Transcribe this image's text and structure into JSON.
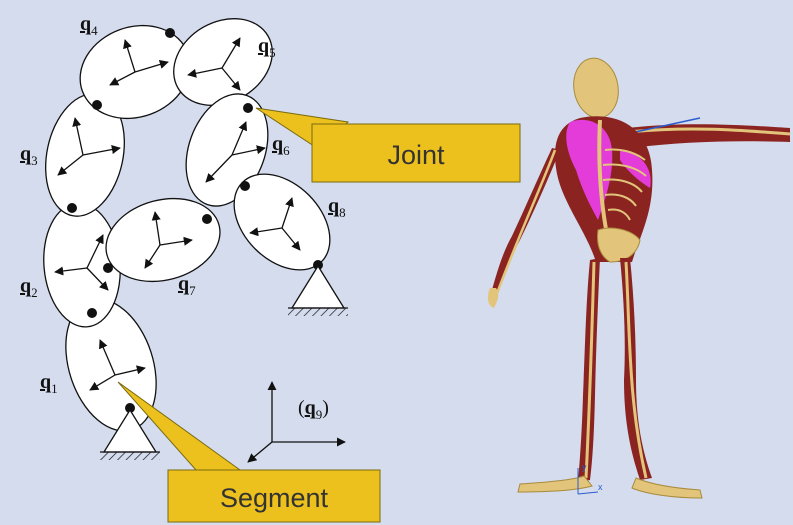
{
  "colors": {
    "background": "#d4dced",
    "callout_fill": "#ecc11d",
    "callout_stroke": "#7a6a10",
    "segment_fill": "#ffffff",
    "bone": "#e2c47a",
    "muscle": "#8b2420",
    "muscle_highlight": "#e33cd9"
  },
  "labels": {
    "q1": {
      "main": "q",
      "sub": "1"
    },
    "q2": {
      "main": "q",
      "sub": "2"
    },
    "q3": {
      "main": "q",
      "sub": "3"
    },
    "q4": {
      "main": "q",
      "sub": "4"
    },
    "q5": {
      "main": "q",
      "sub": "5"
    },
    "q6": {
      "main": "q",
      "sub": "6"
    },
    "q7": {
      "main": "q",
      "sub": "7"
    },
    "q8": {
      "main": "q",
      "sub": "8"
    },
    "q9": {
      "open": "(",
      "main": "q",
      "sub": "9",
      "close": ")"
    }
  },
  "callouts": {
    "joint": "Joint",
    "segment": "Segment"
  },
  "axes_label": {
    "y": "y",
    "x": "x"
  }
}
